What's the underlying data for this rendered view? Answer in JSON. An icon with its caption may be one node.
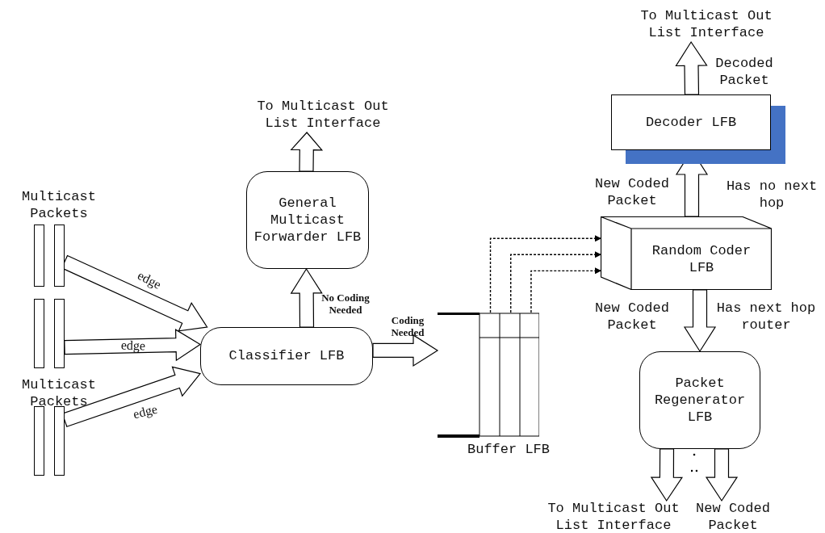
{
  "diagram": {
    "nodes": [
      {
        "text": [
          "To Multicast Out List Interface"
        ]
      },
      {
        "text": [
          "Decoder LFB"
        ]
      },
      {
        "text": [
          "To Multicast Out List Interface"
        ]
      },
      {
        "text": [
          "General Multicast Forwarder LFB"
        ]
      },
      {
        "text": [
          "Random Coder LFB"
        ]
      },
      {
        "text": [],
        "shape": "bar"
      },
      {
        "text": [],
        "shape": "bar"
      },
      {
        "text": [
          "Classifier LFB"
        ]
      },
      {
        "text": [
          "Buffer LFB"
        ]
      },
      {
        "text": [],
        "shape": "bar"
      },
      {
        "text": [
          "Packet Regenerator LFB"
        ]
      },
      {
        "text": [
          "To Multicast Out List Interface"
        ]
      },
      {
        "text": [
          "New Coded Packet"
        ]
      }
    ],
    "edges": [
      {
        "from": 5,
        "to": 7,
        "arrow": "to",
        "label": "edge"
      },
      {
        "from": 6,
        "to": 7,
        "arrow": "to",
        "label": "edge"
      },
      {
        "from": 9,
        "to": 7,
        "arrow": "to",
        "label": "edge"
      },
      {
        "from": 7,
        "to": 3,
        "arrow": "to",
        "label": "No Coding Needed"
      },
      {
        "from": 3,
        "to": 2,
        "arrow": "to"
      },
      {
        "from": 7,
        "to": 8,
        "arrow": "to",
        "label": "Coding Needed"
      },
      {
        "from": 8,
        "to": 4,
        "arrow": "to",
        "style": "dashed"
      },
      {
        "from": 8,
        "to": 4,
        "arrow": "to",
        "style": "dashed"
      },
      {
        "from": 8,
        "to": 4,
        "arrow": "to",
        "style": "dashed"
      },
      {
        "from": 4,
        "to": 1,
        "arrow": "to",
        "label": "Has no next hop"
      },
      {
        "from": 1,
        "to": 0,
        "arrow": "to",
        "label": "Decoded Packet"
      },
      {
        "from": 4,
        "to": 10,
        "arrow": "to",
        "label": "Has next hop router"
      },
      {
        "from": 10,
        "to": 11,
        "arrow": "to"
      },
      {
        "from": 10,
        "to": 12,
        "arrow": "to"
      }
    ],
    "labels": [
      "Multicast Packets",
      "New Coded Packet",
      "New Coded Packet",
      "Multicast Packets"
    ]
  }
}
